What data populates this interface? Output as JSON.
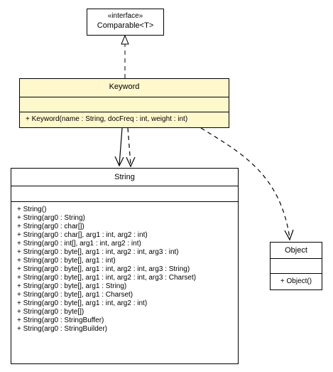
{
  "comparable": {
    "stereotype": "«interface»",
    "name": "Comparable<T>"
  },
  "keyword": {
    "name": "Keyword",
    "operations": [
      "+ Keyword(name : String, docFreq : int, weight : int)"
    ]
  },
  "string": {
    "name": "String",
    "operations": [
      "+ String()",
      "+ String(arg0 : String)",
      "+ String(arg0 : char[])",
      "+ String(arg0 : char[], arg1 : int, arg2 : int)",
      "+ String(arg0 : int[], arg1 : int, arg2 : int)",
      "+ String(arg0 : byte[], arg1 : int, arg2 : int, arg3 : int)",
      "+ String(arg0 : byte[], arg1 : int)",
      "+ String(arg0 : byte[], arg1 : int, arg2 : int, arg3 : String)",
      "+ String(arg0 : byte[], arg1 : int, arg2 : int, arg3 : Charset)",
      "+ String(arg0 : byte[], arg1 : String)",
      "+ String(arg0 : byte[], arg1 : Charset)",
      "+ String(arg0 : byte[], arg1 : int, arg2 : int)",
      "+ String(arg0 : byte[])",
      "+ String(arg0 : StringBuffer)",
      "+ String(arg0 : StringBuilder)"
    ]
  },
  "object": {
    "name": "Object",
    "operations": [
      "+ Object()"
    ]
  },
  "colors": {
    "highlight_fill": "#fff8cc",
    "line": "#000000"
  }
}
